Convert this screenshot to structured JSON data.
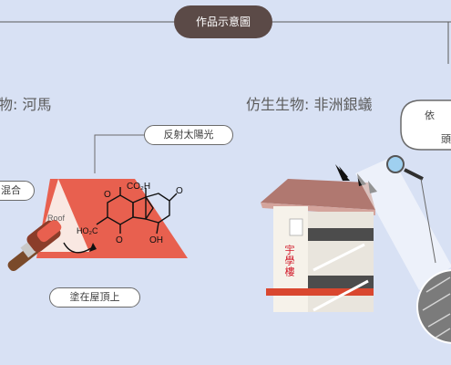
{
  "title": "作品示意圖",
  "left_panel": {
    "heading": "物: 河馬",
    "labels": {
      "reflect": "反射太陽光",
      "mix": "混合",
      "apply": "塗在屋頂上",
      "roof": "Roof"
    },
    "chemical": {
      "co2h": "CO₂H",
      "ho2c": "HO₂C",
      "o": "O",
      "oh": "OH"
    }
  },
  "right_panel": {
    "heading": "仿生生物: 非洲銀蟻",
    "labels": {
      "callout_1": "依",
      "callout_2": "頭"
    },
    "building_sign": "宇學樓"
  },
  "colors": {
    "background": "#d8e1f4",
    "title_pill": "#5b4a47",
    "roof_red": "#e8604f",
    "molecule_red": "#e0261a"
  }
}
